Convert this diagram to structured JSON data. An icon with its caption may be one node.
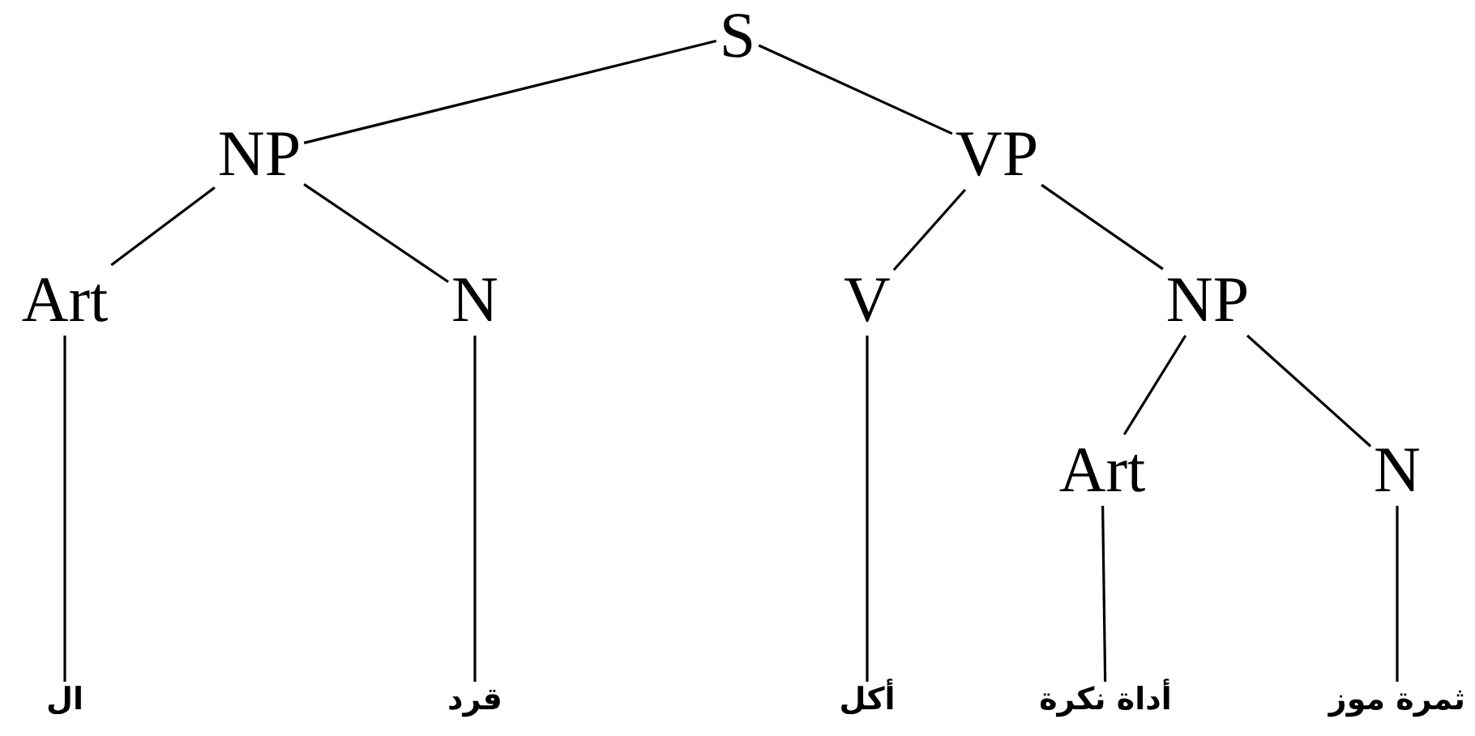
{
  "diagram": {
    "nodes": [
      {
        "text": [
          "S"
        ]
      },
      {
        "text": [
          "NP"
        ]
      },
      {
        "text": [
          "VP"
        ]
      },
      {
        "text": [
          "Art"
        ]
      },
      {
        "text": [
          "N"
        ]
      },
      {
        "text": [
          "V"
        ]
      },
      {
        "text": [
          "NP"
        ]
      },
      {
        "text": [
          "Art"
        ]
      },
      {
        "text": [
          "N"
        ]
      },
      {
        "text": [
          "ال"
        ]
      },
      {
        "text": [
          "قرد"
        ]
      },
      {
        "text": [
          "أكل"
        ]
      },
      {
        "text": [
          "أداة نكرة"
        ]
      },
      {
        "text": [
          "ثمرة موز"
        ]
      }
    ],
    "edges": [
      {
        "from": 0,
        "to": 1,
        "arrow": "none"
      },
      {
        "from": 0,
        "to": 2,
        "arrow": "none"
      },
      {
        "from": 1,
        "to": 3,
        "arrow": "none"
      },
      {
        "from": 1,
        "to": 4,
        "arrow": "none"
      },
      {
        "from": 2,
        "to": 5,
        "arrow": "none"
      },
      {
        "from": 2,
        "to": 6,
        "arrow": "none"
      },
      {
        "from": 6,
        "to": 7,
        "arrow": "none"
      },
      {
        "from": 6,
        "to": 8,
        "arrow": "none"
      },
      {
        "from": 3,
        "to": 9,
        "arrow": "none"
      },
      {
        "from": 4,
        "to": 10,
        "arrow": "none"
      },
      {
        "from": 5,
        "to": 11,
        "arrow": "none"
      },
      {
        "from": 7,
        "to": 12,
        "arrow": "none"
      },
      {
        "from": 8,
        "to": 13,
        "arrow": "none"
      }
    ]
  }
}
